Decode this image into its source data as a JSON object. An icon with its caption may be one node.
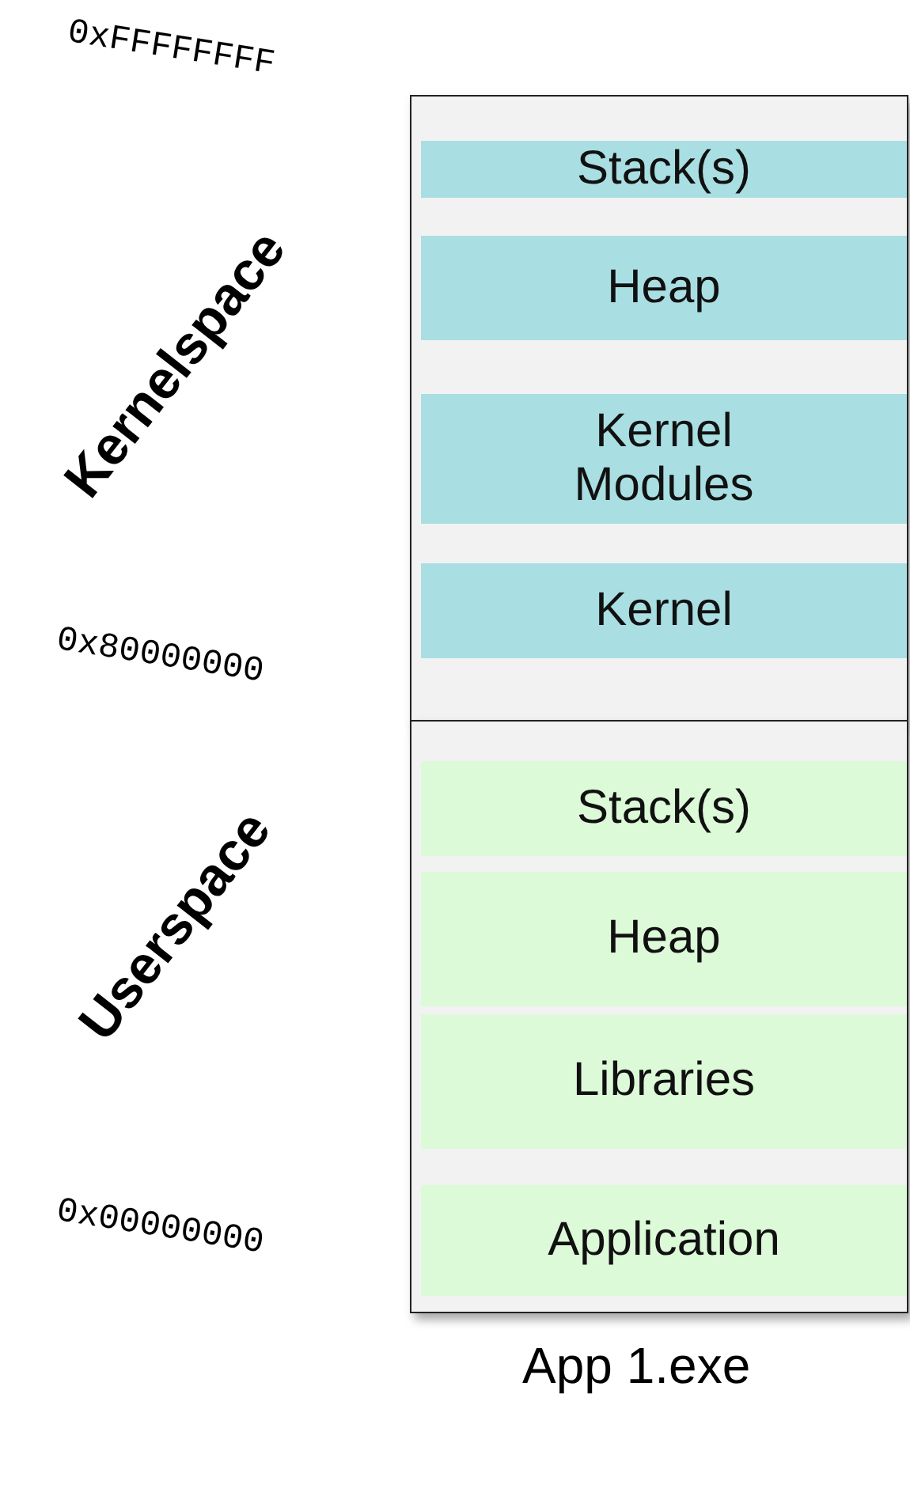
{
  "diagram": {
    "nodes": [
      {
        "text": [
          "Kernelspace"
        ]
      },
      {
        "text": [
          "Stack(s)"
        ],
        "in": 0
      },
      {
        "text": [
          "Heap"
        ],
        "in": 0
      },
      {
        "text": [
          "Kernel Modules"
        ],
        "in": 0
      },
      {
        "text": [
          "Kernel"
        ],
        "in": 0
      },
      {
        "text": [
          "Userspace"
        ]
      },
      {
        "text": [
          "Stack(s)"
        ],
        "in": 5
      },
      {
        "text": [
          "Heap"
        ],
        "in": 5
      },
      {
        "text": [
          "Libraries"
        ],
        "in": 5
      },
      {
        "text": [
          "Application"
        ],
        "in": 5
      }
    ],
    "edges": [],
    "labels": [
      "0xFFFFFFFF",
      "0x80000000",
      "0x00000000",
      "App 1.exe"
    ]
  }
}
